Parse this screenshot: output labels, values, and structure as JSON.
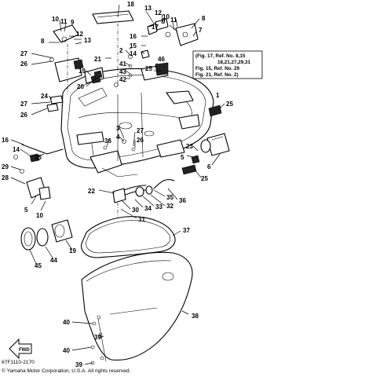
{
  "callouts": [
    "18",
    "13",
    "12",
    "9",
    "10",
    "11",
    "8",
    "7",
    "9",
    "10",
    "11",
    "12",
    "13",
    "17",
    "16",
    "15",
    "14",
    "8",
    "46",
    "21",
    "2",
    "41",
    "43",
    "42",
    "25",
    "27",
    "26",
    "24",
    "27",
    "26",
    "1",
    "25",
    "19",
    "20",
    "3",
    "4",
    "27",
    "36",
    "26",
    "16",
    "14",
    "15",
    "29",
    "28",
    "23",
    "5",
    "6",
    "22",
    "25",
    "35",
    "36",
    "32",
    "33",
    "34",
    "30",
    "31",
    "37",
    "5",
    "10",
    "44",
    "19",
    "45",
    "38",
    "40",
    "40",
    "39",
    "39"
  ],
  "note": {
    "lines": [
      "(Fig. 17, Ref. No. 8,15",
      "18,21,27,29,31",
      "Fig. 15, Ref. No. 29",
      "Fig. 21, Ref. No. 2)"
    ]
  },
  "fwd_label": "FWD",
  "footer": {
    "part_code": "67F1110-2170",
    "copyright": "© Yamaha Motor Corporation, U.S.A. All rights reserved."
  }
}
